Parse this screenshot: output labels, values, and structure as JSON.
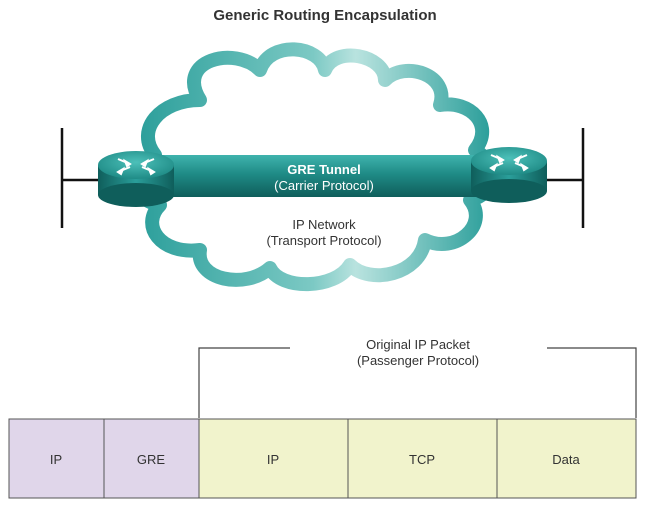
{
  "title": "Generic Routing Encapsulation",
  "tunnel": {
    "name": "GRE Tunnel",
    "protocol": "(Carrier Protocol)"
  },
  "network": {
    "name": "IP Network",
    "protocol": "(Transport Protocol)"
  },
  "original_packet": {
    "name": "Original IP Packet",
    "protocol": "(Passenger Protocol)"
  },
  "packet_fields": [
    {
      "label": "IP",
      "group": "encapsulation"
    },
    {
      "label": "GRE",
      "group": "encapsulation"
    },
    {
      "label": "IP",
      "group": "passenger"
    },
    {
      "label": "TCP",
      "group": "passenger"
    },
    {
      "label": "Data",
      "group": "passenger"
    }
  ],
  "colors": {
    "cloud": "#2a9e9a",
    "cloud_highlight": "#b9e3df",
    "tunnel": "#1f8b86",
    "router": "#1d7f7b",
    "encapsulation_fill": "#e0d6ea",
    "passenger_fill": "#f1f3cc",
    "field_border": "#555555",
    "text": "#333333"
  },
  "icons": [
    "router-icon-left",
    "router-icon-right",
    "cloud-icon",
    "tunnel-pipe"
  ]
}
